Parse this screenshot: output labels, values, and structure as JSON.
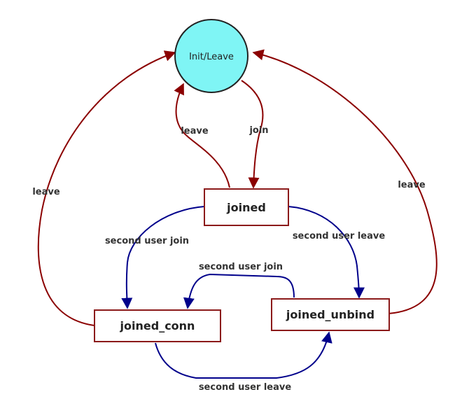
{
  "nodes": {
    "init": {
      "label": "Init/Leave",
      "fill": "#7ff5f5"
    },
    "joined": {
      "label": "joined"
    },
    "joined_conn": {
      "label": "joined_conn"
    },
    "joined_unbind": {
      "label": "joined_unbind"
    }
  },
  "edges": {
    "init_to_joined": {
      "label": "join",
      "color": "#8b0000"
    },
    "joined_to_init": {
      "label": "leave",
      "color": "#8b0000"
    },
    "conn_to_init": {
      "label": "leave",
      "color": "#8b0000"
    },
    "unbind_to_init": {
      "label": "leave",
      "color": "#8b0000"
    },
    "joined_to_conn": {
      "label": "second user join",
      "color": "#00008b"
    },
    "joined_to_unbind": {
      "label": "second user leave",
      "color": "#00008b"
    },
    "unbind_to_conn": {
      "label": "second user join",
      "color": "#00008b"
    },
    "conn_to_unbind": {
      "label": "second user leave",
      "color": "#00008b"
    }
  },
  "colors": {
    "state_border": "#8b1a1a",
    "red_edge": "#8b0000",
    "blue_edge": "#00008b"
  }
}
